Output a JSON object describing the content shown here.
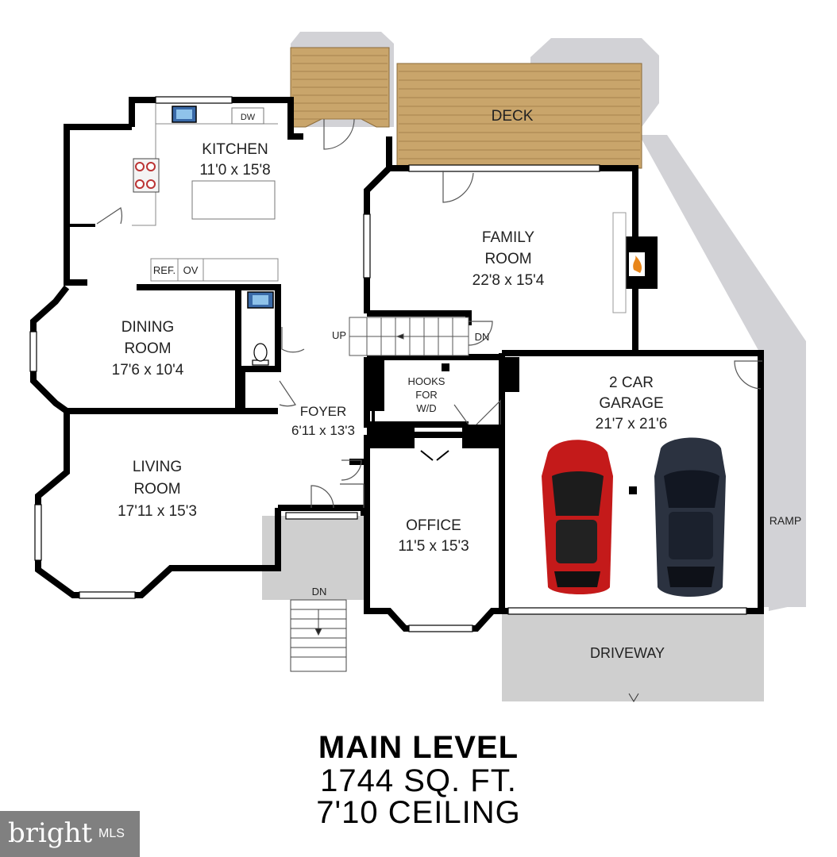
{
  "rooms": {
    "kitchen": {
      "name": "KITCHEN",
      "dims": "11'0 x 15'8"
    },
    "dining": {
      "name1": "DINING",
      "name2": "ROOM",
      "dims": "17'6 x 10'4"
    },
    "living": {
      "name1": "LIVING",
      "name2": "ROOM",
      "dims": "17'11 x 15'3"
    },
    "family": {
      "name1": "FAMILY",
      "name2": "ROOM",
      "dims": "22'8 x 15'4"
    },
    "foyer": {
      "name": "FOYER",
      "dims": "6'11 x 13'3"
    },
    "office": {
      "name": "OFFICE",
      "dims": "11'5 x 15'3"
    },
    "garage": {
      "name1": "2 CAR",
      "name2": "GARAGE",
      "dims": "21'7 x 21'6"
    },
    "hooks": {
      "l1": "HOOKS",
      "l2": "FOR",
      "l3": "W/D"
    },
    "deck": {
      "name": "DECK"
    },
    "driveway": {
      "name": "DRIVEWAY"
    },
    "ramp": {
      "name": "RAMP"
    }
  },
  "fixtures": {
    "dw": "DW",
    "ref": "REF.",
    "ov": "OV",
    "up": "UP",
    "dn_stair": "DN",
    "dn_porch": "DN"
  },
  "title": {
    "main": "MAIN LEVEL",
    "sqft": "1744 SQ. FT.",
    "ceiling": "7'10 CEILING"
  },
  "brand": {
    "logo": "bright",
    "mls": "MLS"
  },
  "colors": {
    "wall": "#000000",
    "deck": "#c9a56b",
    "exterior": "#d2d2d6",
    "concrete": "#cfcfcf",
    "car_red": "#c41a1a",
    "car_dark": "#2b3240"
  },
  "icons": [
    "sink-icon",
    "stove-icon",
    "toilet-icon",
    "fireplace-icon",
    "car-icon"
  ]
}
